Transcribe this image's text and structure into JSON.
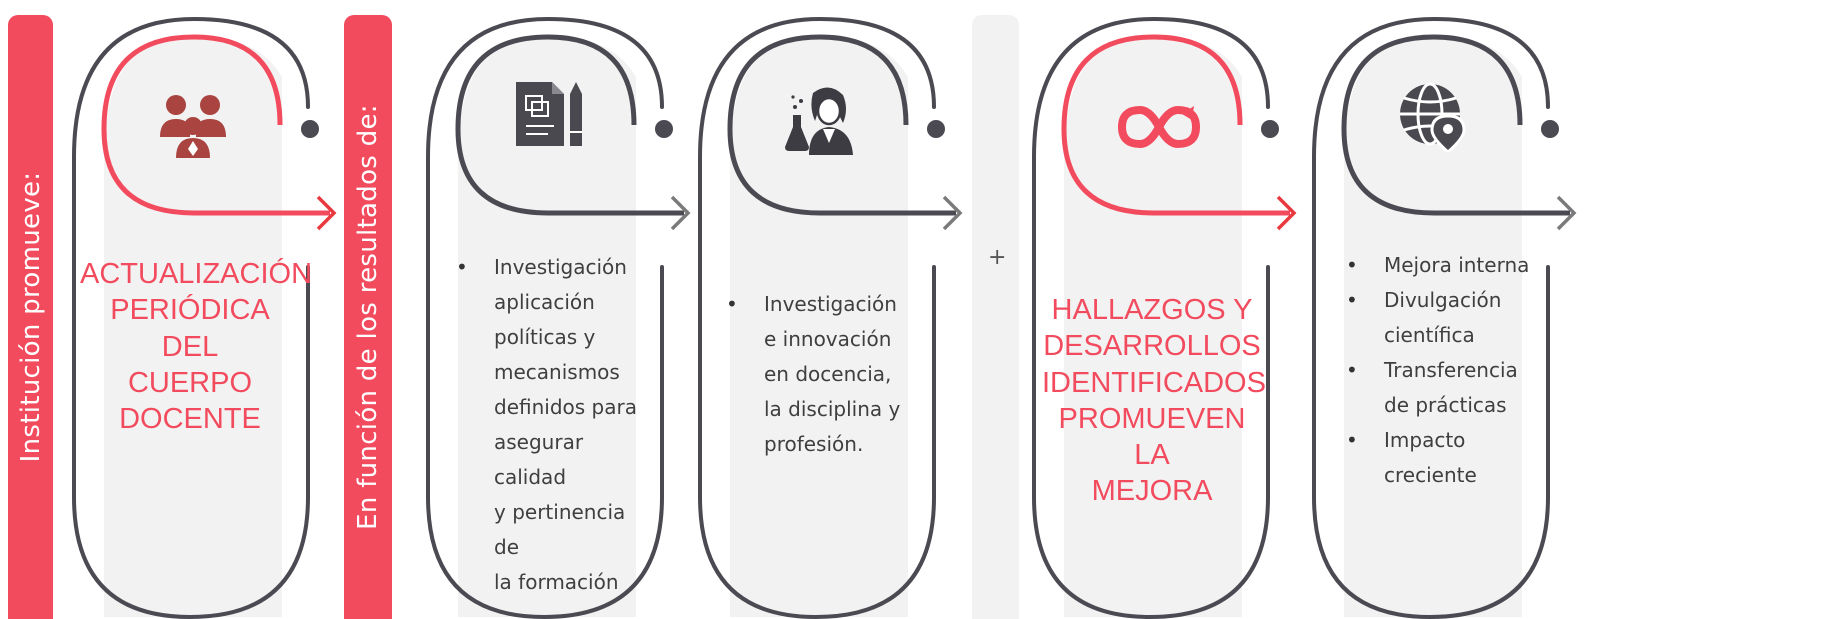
{
  "left_bars": {
    "bar1_text": "Institución promueve:",
    "bar2_text": "En función de los resultados de:"
  },
  "plus_sign": "+",
  "columns": [
    {
      "id": "actualizacion",
      "style": "heading",
      "accent": "#f24b5e",
      "icon": "team-icon",
      "lines": [
        "ACTUALIZACIÓN",
        "PERIÓDICA DEL",
        "CUERPO DOCENTE"
      ]
    },
    {
      "id": "investigacion-politicas",
      "style": "bullets",
      "accent": "#4b4a52",
      "icon": "document-pen-icon",
      "items": [
        {
          "lines": [
            "Investigación",
            "aplicación",
            "políticas y",
            "mecanismos",
            "definidos para",
            "asegurar calidad",
            "y pertinencia de",
            "la formación"
          ]
        }
      ]
    },
    {
      "id": "investigacion-docencia",
      "style": "bullets",
      "accent": "#4b4a52",
      "icon": "scientist-icon",
      "items": [
        {
          "lines": [
            "Investigación",
            "e innovación",
            "en docencia,",
            "la disciplina y",
            "profesión."
          ]
        }
      ]
    },
    {
      "id": "hallazgos",
      "style": "heading",
      "accent": "#f24b5e",
      "icon": "infinity-icon",
      "lines": [
        "HALLAZGOS Y",
        "DESARROLLOS",
        "IDENTIFICADOS",
        "PROMUEVEN LA",
        "MEJORA"
      ]
    },
    {
      "id": "mejora",
      "style": "bullets",
      "accent": "#4b4a52",
      "icon": "globe-pin-icon",
      "items": [
        {
          "lines": [
            "Mejora interna"
          ]
        },
        {
          "lines": [
            "Divulgación",
            "científica"
          ]
        },
        {
          "lines": [
            "Transferencia",
            "de prácticas"
          ]
        },
        {
          "lines": [
            "Impacto",
            "creciente"
          ]
        }
      ]
    }
  ],
  "colors": {
    "red": "#f24b5e",
    "dark": "#4b4a52",
    "grey_arrow": "#7a7a7a",
    "pill_fill": "#f2f2f2"
  }
}
